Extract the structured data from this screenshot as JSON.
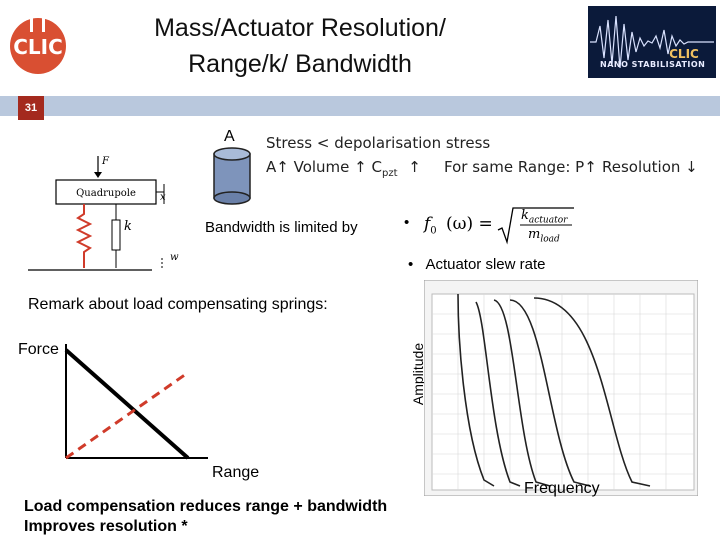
{
  "header": {
    "title_line1": "Mass/Actuator Resolution/",
    "title_line2": "Range/k/ Bandwidth",
    "slide_number": "31",
    "left_logo_text": "CLIC",
    "right_logo_text": "CLIC",
    "right_logo_subtitle": "NANO STABILISATION"
  },
  "colors": {
    "accent_red": "#d03b2a",
    "bar_blue": "#b9c8dd",
    "badge_red": "#a42a1e"
  },
  "content": {
    "area_label": "A",
    "stress_line": "Stress < depolarisation stress",
    "volume_line": "A↑ Volume ↑ C",
    "volume_sub": "pzt",
    "volume_arrow": "↑",
    "range_line": "For same Range: P↑",
    "resolution_line": "Resolution ↓",
    "bandwidth_text": "Bandwidth is limited by",
    "bullet": "•",
    "formula_lhs": "f",
    "formula_lhs_sub": "0",
    "formula_arg": "(ω) =",
    "formula_num": "k",
    "formula_num_sub": "actuator",
    "formula_den": "m",
    "formula_den_sub": "load",
    "slew_text": "Actuator slew rate",
    "remark_text": "Remark about load compensating springs:",
    "force_label": "Force",
    "range_label": "Range",
    "amplitude_label": "Amplitude",
    "frequency_label": "Frequency",
    "conclusion_line1": "Load compensation reduces range + bandwidth",
    "conclusion_line2": "Improves resolution *"
  },
  "diagram": {
    "quadrupole_label": "Quadrupole",
    "force_symbol": "F",
    "x_symbol": "x",
    "k_symbol": "k",
    "w_symbol": "w"
  }
}
